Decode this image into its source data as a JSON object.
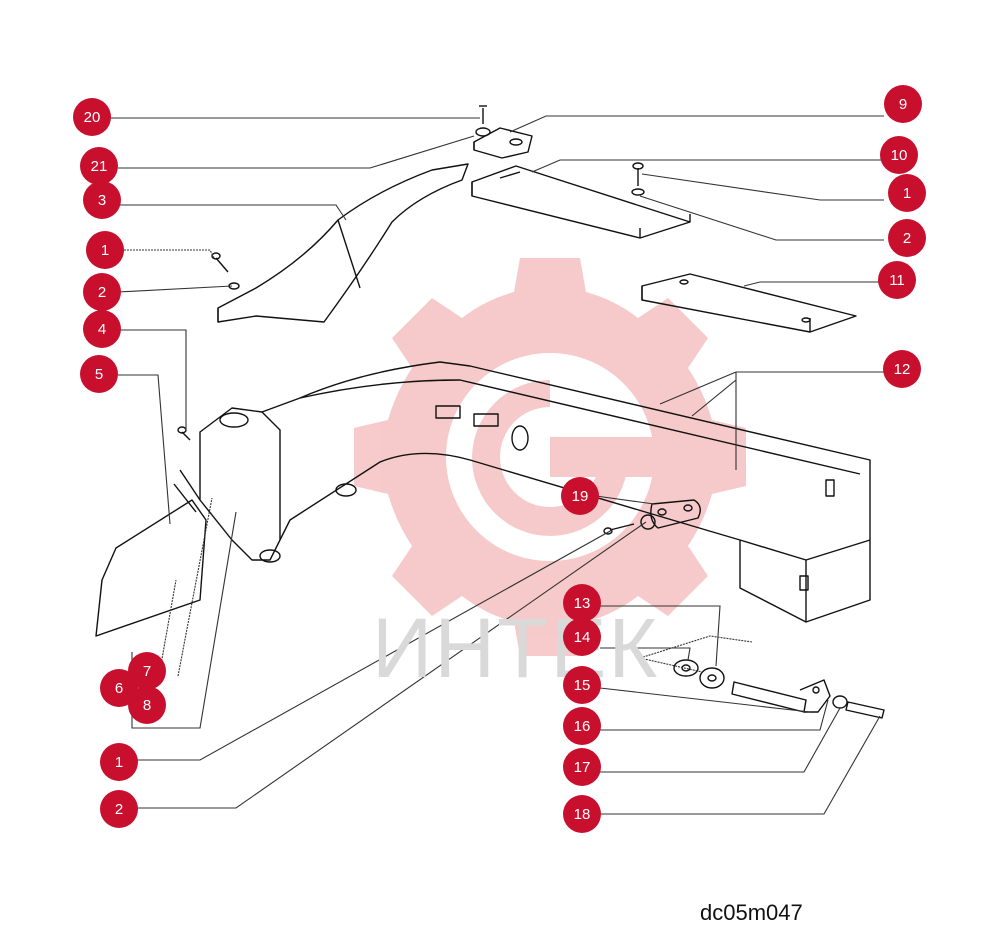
{
  "diagram": {
    "drawing_code": "dc05m047",
    "watermark": "ИНТЕК",
    "accent_color": "#c8102e",
    "watermark_color": "#f4b9b9",
    "callouts": [
      {
        "label": "20"
      },
      {
        "label": "21"
      },
      {
        "label": "3"
      },
      {
        "label": "1"
      },
      {
        "label": "2"
      },
      {
        "label": "4"
      },
      {
        "label": "5"
      },
      {
        "label": "7"
      },
      {
        "label": "6"
      },
      {
        "label": "8"
      },
      {
        "label": "1"
      },
      {
        "label": "2"
      },
      {
        "label": "9"
      },
      {
        "label": "10"
      },
      {
        "label": "1"
      },
      {
        "label": "2"
      },
      {
        "label": "11"
      },
      {
        "label": "12"
      },
      {
        "label": "19"
      },
      {
        "label": "13"
      },
      {
        "label": "14"
      },
      {
        "label": "15"
      },
      {
        "label": "16"
      },
      {
        "label": "17"
      },
      {
        "label": "18"
      }
    ]
  }
}
